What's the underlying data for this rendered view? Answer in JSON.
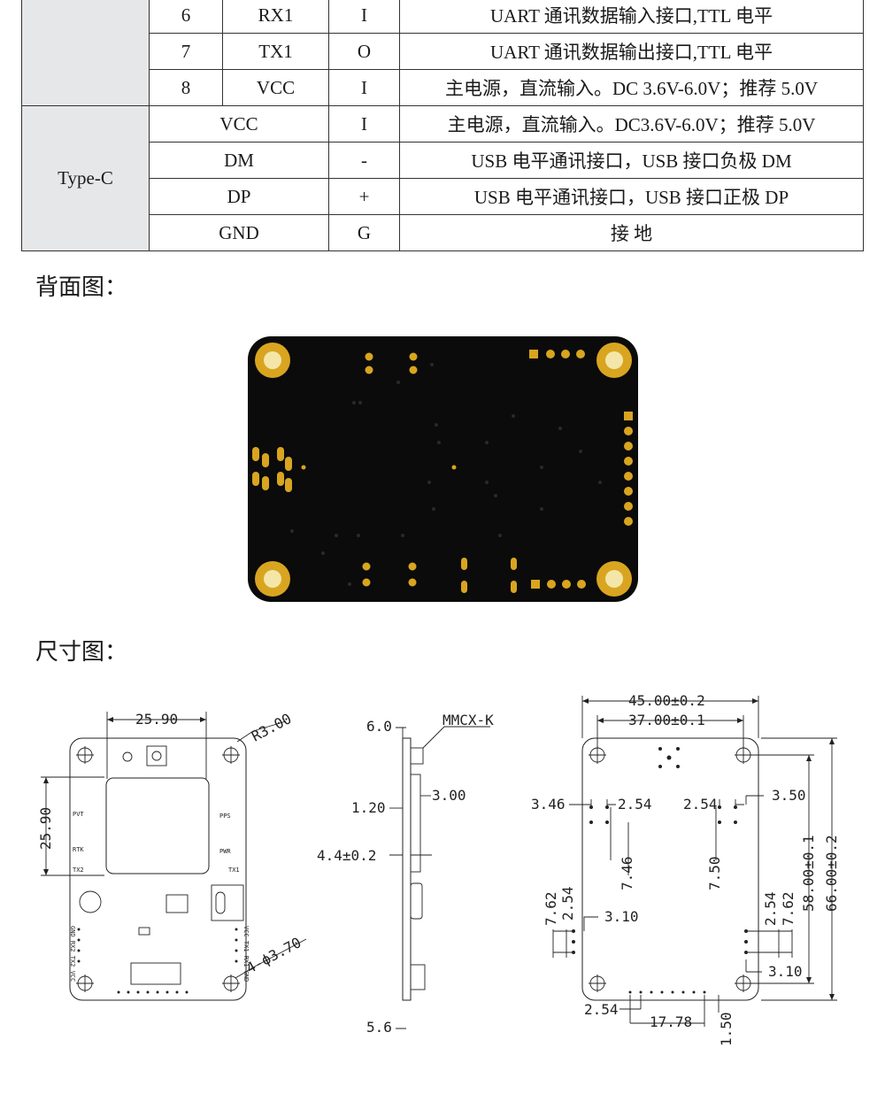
{
  "pin_table": {
    "rows_uart": [
      {
        "no": "6",
        "name": "RX1",
        "io": "I",
        "desc": "UART 通讯数据输入接口,TTL 电平"
      },
      {
        "no": "7",
        "name": "TX1",
        "io": "O",
        "desc": "UART 通讯数据输出接口,TTL 电平"
      },
      {
        "no": "8",
        "name": "VCC",
        "io": "I",
        "desc": "主电源，直流输入。DC 3.6V-6.0V；推荐 5.0V"
      }
    ],
    "group_typec": "Type-C",
    "rows_typec": [
      {
        "name": "VCC",
        "io": "I",
        "desc": "主电源，直流输入。DC3.6V-6.0V；推荐 5.0V"
      },
      {
        "name": "DM",
        "io": "-",
        "desc": "USB  电平通讯接口，USB  接口负极 DM"
      },
      {
        "name": "DP",
        "io": "+",
        "desc": "USB  电平通讯接口，USB  接口正极  DP"
      },
      {
        "name": "GND",
        "io": "G",
        "desc": "接  地"
      }
    ]
  },
  "back_view_title": "背面图：",
  "dimension_title": "尺寸图：",
  "dims": {
    "front_width": "25.90",
    "front_height": "25.90",
    "corner_radius": "R3.00",
    "hole_dia": "4-ϕ3.70",
    "side_top": "6.0",
    "side_bottom": "5.6",
    "side_1": "1.20",
    "side_2": "3.00",
    "side_3": "4.4±0.2",
    "mmcx": "MMCX-K",
    "bottom_w1": "45.00±0.2",
    "bottom_w2": "37.00±0.1",
    "d_346": "3.46",
    "d_254a": "2.54",
    "d_254b": "2.54",
    "d_350": "3.50",
    "d_746": "7.46",
    "d_750": "7.50",
    "d_762a": "7.62",
    "d_254c": "2.54",
    "d_310a": "3.10",
    "d_254d": "2.54",
    "d_762b": "7.62",
    "d_310b": "3.10",
    "d_5800": "58.00±0.1",
    "d_6600": "66.00±0.2",
    "d_254e": "2.54",
    "d_1778": "17.78",
    "d_150": "1.50"
  },
  "silk": {
    "pvt": "PVT",
    "pps": "PPS",
    "rtk": "RTK",
    "pwr": "PWR",
    "tx2": "TX2",
    "tx1": "TX1",
    "left_col": "GND RX2 TX2 VCC",
    "right_col": "VCC TX1 RX1 GND"
  },
  "colors": {
    "board": "#0b0b0b",
    "pad": "#d9a520",
    "table_group_bg": "#e6e7e9"
  }
}
